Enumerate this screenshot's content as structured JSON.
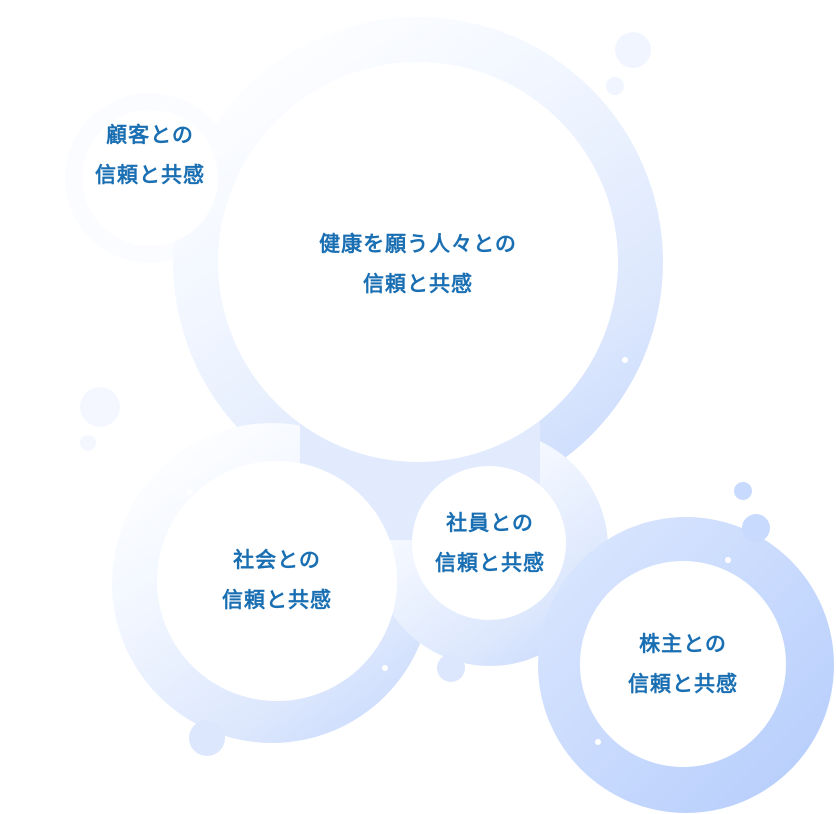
{
  "colors": {
    "text": "#1a6fb3",
    "ring_light": "#eef4ff",
    "ring_mid": "#d7e4fd",
    "ring_strong": "#bcd2fd",
    "inner": "#ffffff"
  },
  "circles": [
    {
      "id": "customers",
      "line1": "顧客との",
      "line2": "信頼と共感"
    },
    {
      "id": "health",
      "line1": "健康を願う人々との",
      "line2": "信頼と共感"
    },
    {
      "id": "society",
      "line1": "社会との",
      "line2": "信頼と共感"
    },
    {
      "id": "employees",
      "line1": "社員との",
      "line2": "信頼と共感"
    },
    {
      "id": "shareholders",
      "line1": "株主との",
      "line2": "信頼と共感"
    }
  ]
}
